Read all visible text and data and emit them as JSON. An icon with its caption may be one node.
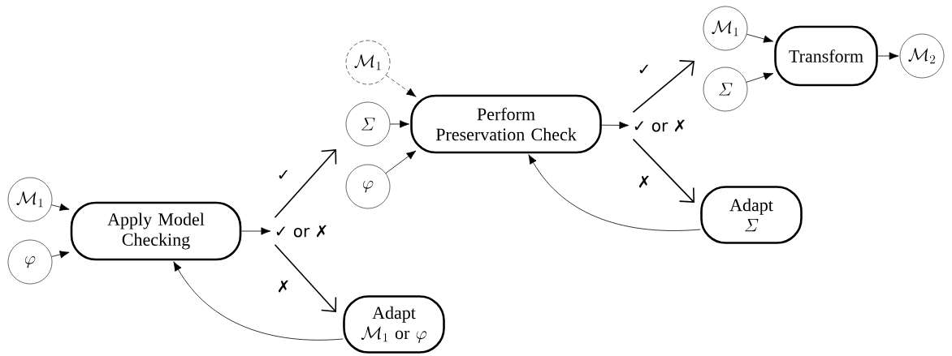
{
  "diagram": {
    "nodes": [
      {
        "text": [
          "\\mathcal{M}_1"
        ]
      },
      {
        "text": [
          "\\varphi"
        ]
      },
      {
        "text": [
          "Apply Model Checking"
        ]
      },
      {
        "text": [
          "✓ or ✗"
        ]
      },
      {
        "text": [
          "Adapt",
          "\\mathcal{M}_1\\ \\mathrm{or}\\ \\varphi"
        ]
      },
      {
        "text": [
          "\\mathcal{M}_1"
        ]
      },
      {
        "text": [
          "\\mathnormal{\\Sigma}"
        ]
      },
      {
        "text": [
          "\\varphi"
        ]
      },
      {
        "text": [
          "Perform Preservation Check"
        ]
      },
      {
        "text": [
          "✓ or ✗"
        ]
      },
      {
        "text": [
          "Adapt",
          "\\mathnormal{\\Sigma}"
        ]
      },
      {
        "text": [
          "\\mathcal{M}_1"
        ]
      },
      {
        "text": [
          "\\mathnormal{\\Sigma}"
        ]
      },
      {
        "text": [
          "Transform"
        ]
      },
      {
        "text": [
          "\\mathcal{M}_2"
        ]
      }
    ],
    "edges": [
      {
        "from": 0,
        "to": 2,
        "arrow": "to"
      },
      {
        "from": 1,
        "to": 2,
        "arrow": "to"
      },
      {
        "from": 2,
        "to": 3,
        "arrow": "to"
      },
      {
        "from": 3,
        "to": null,
        "arrow": "to",
        "label": "✓"
      },
      {
        "from": 3,
        "to": 4,
        "arrow": "to",
        "label": "✗"
      },
      {
        "from": 4,
        "to": 2,
        "arrow": "to"
      },
      {
        "from": 5,
        "to": 8,
        "arrow": "to",
        "style": "dashed"
      },
      {
        "from": 6,
        "to": 8,
        "arrow": "to"
      },
      {
        "from": 7,
        "to": 8,
        "arrow": "to"
      },
      {
        "from": 8,
        "to": 9,
        "arrow": "to"
      },
      {
        "from": 9,
        "to": null,
        "arrow": "to",
        "label": "✓"
      },
      {
        "from": 9,
        "to": 10,
        "arrow": "to",
        "label": "✗"
      },
      {
        "from": 10,
        "to": 8,
        "arrow": "to"
      },
      {
        "from": 11,
        "to": 13,
        "arrow": "to"
      },
      {
        "from": 12,
        "to": 13,
        "arrow": "to"
      },
      {
        "from": 13,
        "to": 14,
        "arrow": "to"
      }
    ]
  }
}
